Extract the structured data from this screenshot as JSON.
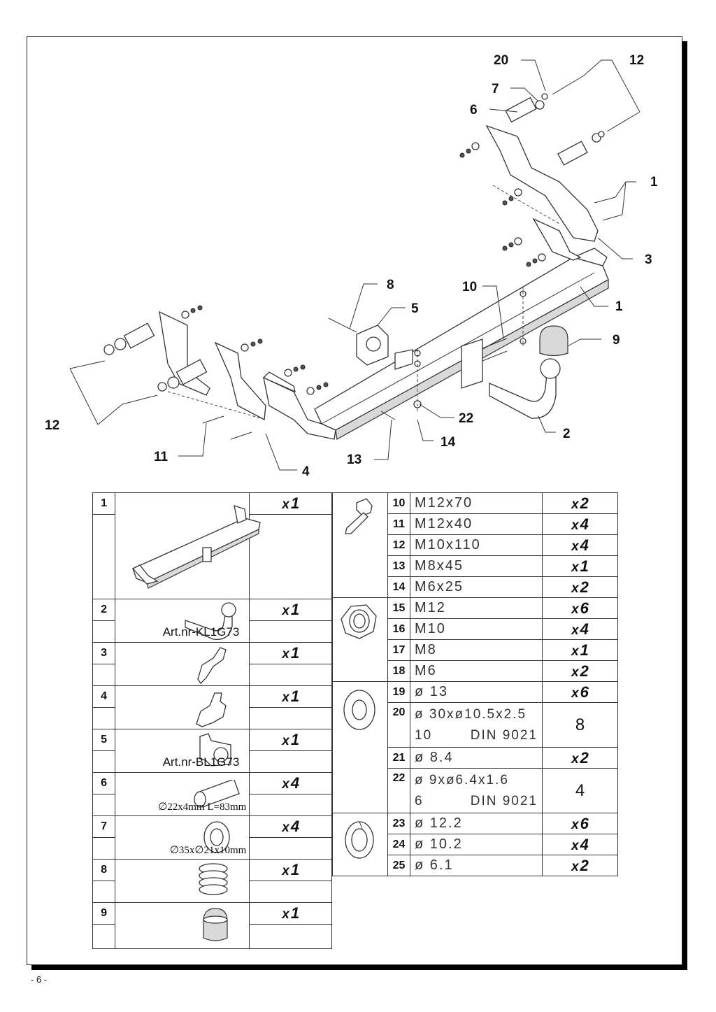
{
  "callouts": [
    "20",
    "12",
    "7",
    "6",
    "11",
    "3",
    "1",
    "8",
    "10",
    "5",
    "9",
    "12",
    "11",
    "4",
    "13",
    "22",
    "14",
    "2"
  ],
  "left_parts": [
    {
      "no": "1",
      "qty_x": "x",
      "qty_n": "1",
      "art": ""
    },
    {
      "no": "2",
      "qty_x": "x",
      "qty_n": "1",
      "art": "Art.nr-KL1G73"
    },
    {
      "no": "3",
      "qty_x": "x",
      "qty_n": "1",
      "art": ""
    },
    {
      "no": "4",
      "qty_x": "x",
      "qty_n": "1",
      "art": ""
    },
    {
      "no": "5",
      "qty_x": "x",
      "qty_n": "1",
      "art": "Art.nr-BL1G73"
    },
    {
      "no": "6",
      "qty_x": "x",
      "qty_n": "4",
      "dim": "∅22x4mm L=83mm"
    },
    {
      "no": "7",
      "qty_x": "x",
      "qty_n": "4",
      "dim": "∅35x∅21x10mm"
    },
    {
      "no": "8",
      "qty_x": "x",
      "qty_n": "1"
    },
    {
      "no": "9",
      "qty_x": "x",
      "qty_n": "1"
    }
  ],
  "right_parts": [
    {
      "no": "10",
      "spec": "M12x70",
      "qty_x": "x",
      "qty_n": "2"
    },
    {
      "no": "11",
      "spec": "M12x40",
      "qty_x": "x",
      "qty_n": "4"
    },
    {
      "no": "12",
      "spec": "M10x110",
      "qty_x": "x",
      "qty_n": "4"
    },
    {
      "no": "13",
      "spec": "M8x45",
      "qty_x": "x",
      "qty_n": "1"
    },
    {
      "no": "14",
      "spec": "M6x25",
      "qty_x": "x",
      "qty_n": "2"
    },
    {
      "no": "15",
      "spec": "M12",
      "qty_x": "x",
      "qty_n": "6"
    },
    {
      "no": "16",
      "spec": "M10",
      "qty_x": "x",
      "qty_n": "4"
    },
    {
      "no": "17",
      "spec": "M8",
      "qty_x": "x",
      "qty_n": "1"
    },
    {
      "no": "18",
      "spec": "M6",
      "qty_x": "x",
      "qty_n": "2"
    },
    {
      "no": "19",
      "spec": "ø 13",
      "qty_x": "x",
      "qty_n": "6"
    },
    {
      "no": "20",
      "spec": "ø 30xø10.5x2.5",
      "spec2a": "10",
      "spec2b": "DIN 9021",
      "qty_n": "8"
    },
    {
      "no": "21",
      "spec": "ø 8.4",
      "qty_x": "x",
      "qty_n": "2"
    },
    {
      "no": "22",
      "spec": "ø 9xø6.4x1.6",
      "spec2a": "6",
      "spec2b": "DIN 9021",
      "qty_n": "4"
    },
    {
      "no": "23",
      "spec": "ø 12.2",
      "qty_x": "x",
      "qty_n": "6"
    },
    {
      "no": "24",
      "spec": "ø 10.2",
      "qty_x": "x",
      "qty_n": "4"
    },
    {
      "no": "25",
      "spec": "ø 6.1",
      "qty_x": "x",
      "qty_n": "2"
    }
  ],
  "page_number": "- 6 -"
}
